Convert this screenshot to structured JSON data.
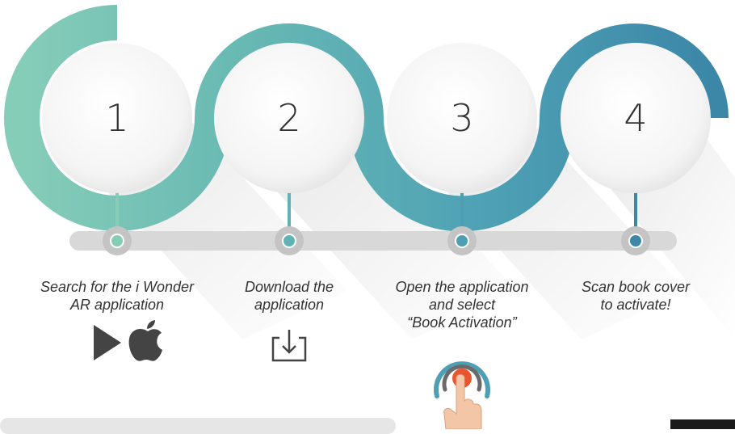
{
  "colors": {
    "step1": "#86cdb8",
    "step2": "#5fb3b3",
    "step3": "#4e9fb4",
    "step4": "#3c87a8",
    "track": "#d8d8d8",
    "text": "#333333"
  },
  "steps": [
    {
      "number": "1",
      "caption_lines": [
        "Search for the i Wonder",
        "AR application"
      ],
      "icons": [
        "play-store-icon",
        "apple-icon"
      ]
    },
    {
      "number": "2",
      "caption_lines": [
        "Download the",
        "application"
      ],
      "icons": [
        "download-icon"
      ]
    },
    {
      "number": "3",
      "caption_lines": [
        "Open the application",
        "and select",
        "“Book Activation”"
      ],
      "icons": [
        "tap-hand-icon"
      ]
    },
    {
      "number": "4",
      "caption_lines": [
        "Scan book cover",
        "to activate!"
      ],
      "icons": []
    }
  ]
}
